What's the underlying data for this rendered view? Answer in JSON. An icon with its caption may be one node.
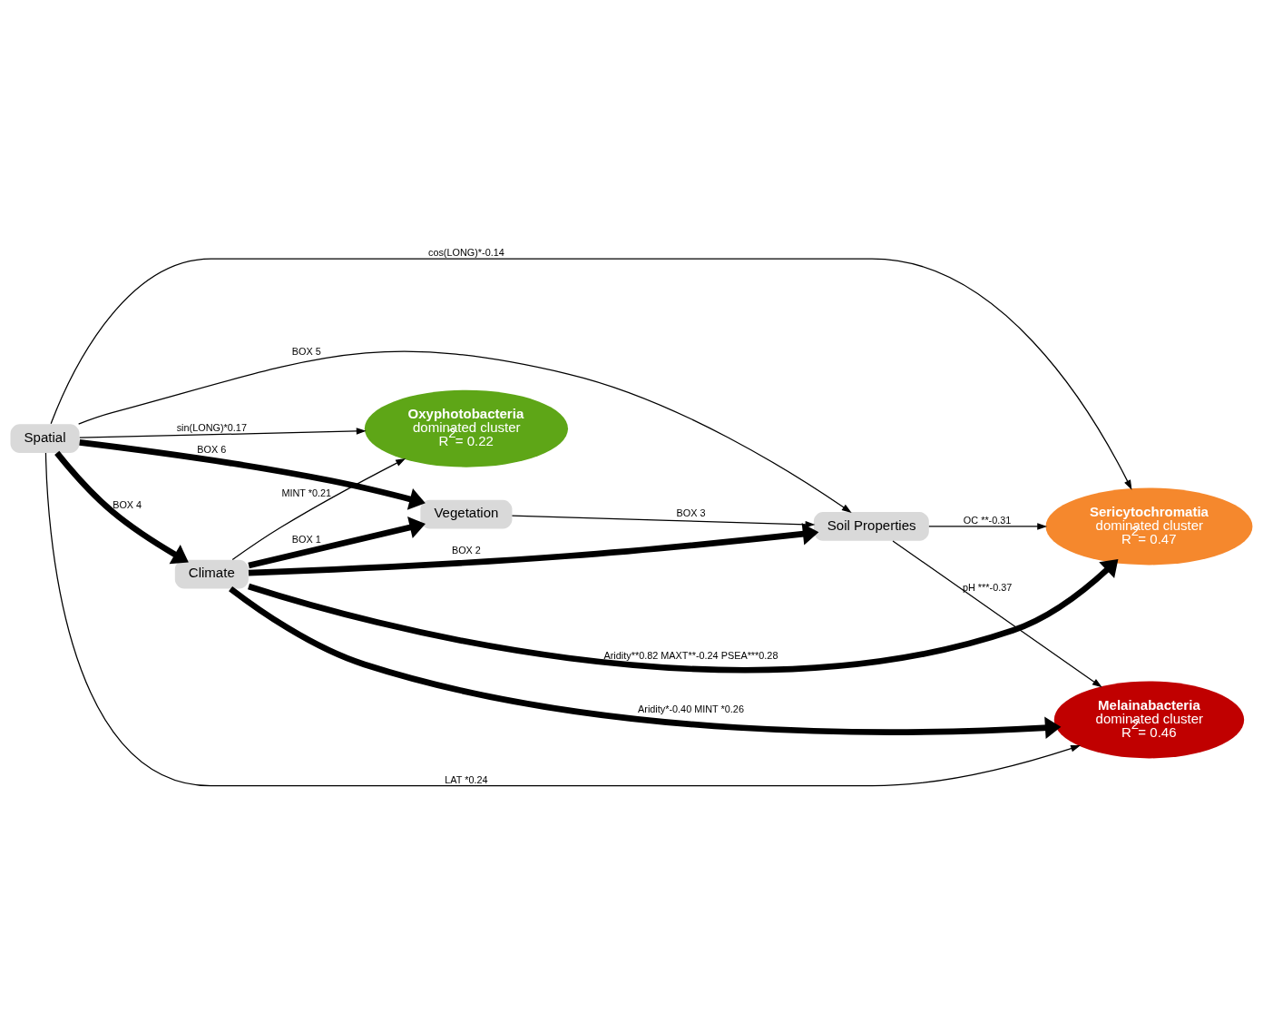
{
  "diagram": {
    "nodes": [
      {
        "text": [
          "Spatial"
        ]
      },
      {
        "text": [
          "Oxyphotobacteria",
          "dominated cluster",
          "R$^{2}$= 0.22"
        ]
      },
      {
        "text": [
          "Vegetation"
        ]
      },
      {
        "text": [
          "Sericytochromatia",
          "dominated cluster",
          "R$^{2}$= 0.47"
        ]
      },
      {
        "text": [
          "Soil Properties"
        ]
      },
      {
        "text": [
          "Climate"
        ]
      },
      {
        "text": [
          "Melainabacteria",
          "dominated cluster",
          "R$^{2}$= 0.46"
        ]
      }
    ],
    "edges": [
      {
        "from": 0,
        "to": 1,
        "arrow": "to",
        "label": "sin(LONG)*0.17"
      },
      {
        "from": 5,
        "to": 1,
        "arrow": "to",
        "label": "MINT *0.21"
      },
      {
        "from": 0,
        "to": 2,
        "arrow": "to",
        "label": "BOX 6",
        "style": "thick"
      },
      {
        "from": 0,
        "to": 5,
        "arrow": "to",
        "label": "BOX 4",
        "style": "thick"
      },
      {
        "from": 0,
        "to": 4,
        "arrow": "to",
        "label": "BOX 5"
      },
      {
        "from": 0,
        "to": 3,
        "arrow": "to",
        "label": "cos(LONG)*-0.14"
      },
      {
        "from": 0,
        "to": 6,
        "arrow": "to",
        "label": "LAT *0.24"
      },
      {
        "from": 5,
        "to": 2,
        "arrow": "to",
        "label": "BOX 1",
        "style": "thick"
      },
      {
        "from": 5,
        "to": 4,
        "arrow": "to",
        "label": "BOX 2",
        "style": "thick"
      },
      {
        "from": 2,
        "to": 4,
        "arrow": "to",
        "label": "BOX 3"
      },
      {
        "from": 5,
        "to": 3,
        "arrow": "to",
        "label": "Aridity**0.82 MAXT**-0.24 PSEA***0.28",
        "style": "thick"
      },
      {
        "from": 4,
        "to": 3,
        "arrow": "to",
        "label": "OC **-0.31"
      },
      {
        "from": 4,
        "to": 6,
        "arrow": "to",
        "label": "pH ***-0.37"
      },
      {
        "from": 5,
        "to": 6,
        "arrow": "to",
        "label": "Aridity*-0.40 MINT *0.26",
        "style": "thick"
      }
    ]
  }
}
